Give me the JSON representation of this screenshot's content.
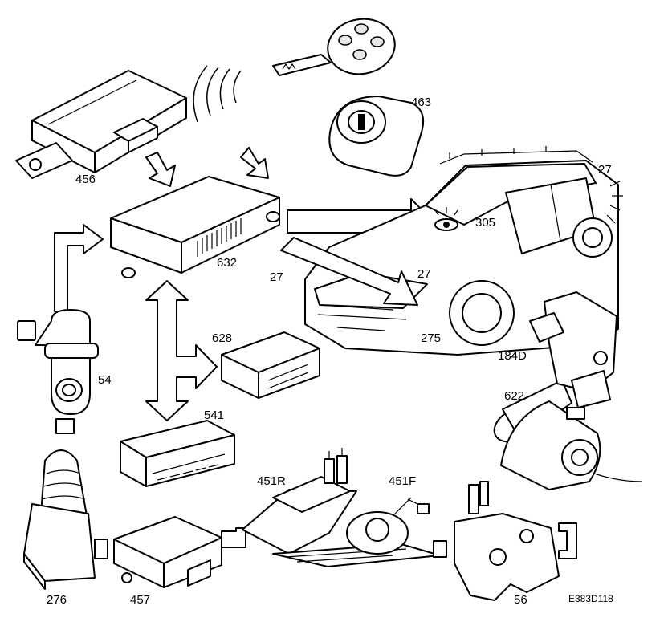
{
  "labels": {
    "l456": "456",
    "l463": "463",
    "l27a": "27",
    "l305": "305",
    "l632": "632",
    "l27b": "27",
    "l27c": "27",
    "l275": "275",
    "l628": "628",
    "l184d": "184D",
    "l54": "54",
    "l541": "541",
    "l622": "622",
    "l451r": "451R",
    "l451f": "451F",
    "l276": "276",
    "l457": "457",
    "l56": "56"
  },
  "drawing_code": "E383D118"
}
